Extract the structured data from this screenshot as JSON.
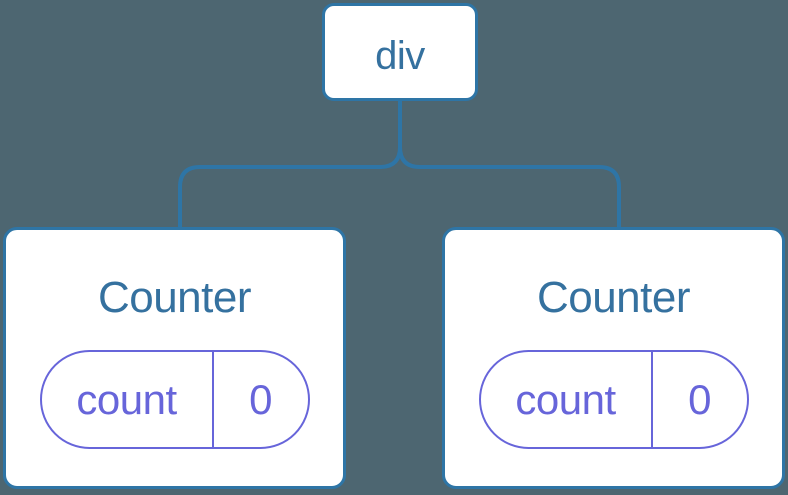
{
  "diagram": {
    "description": "Component tree: a div parent with two Counter children, each holding its own state",
    "root": {
      "label": "div"
    },
    "children": [
      {
        "title": "Counter",
        "state": {
          "key": "count",
          "value": "0"
        }
      },
      {
        "title": "Counter",
        "state": {
          "key": "count",
          "value": "0"
        }
      }
    ]
  },
  "colors": {
    "background": "#4D6671",
    "node_border": "#2E75A6",
    "node_fill": "#FFFFFF",
    "title_text": "#35719F",
    "state_accent": "#6765DA"
  }
}
